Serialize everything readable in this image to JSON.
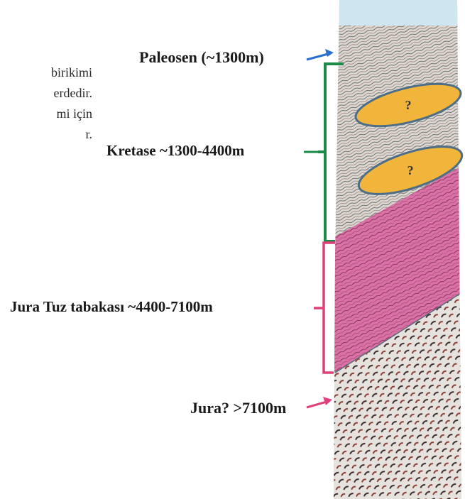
{
  "side_text": [
    "birikimi",
    "erdedir.",
    "mi  için",
    "r."
  ],
  "labels": {
    "paleosen": "Paleosen (~1300m)",
    "kretase": "Kretase ~1300-4400m",
    "jura_tuz": "Jura Tuz tabakası ~4400-7100m",
    "jura": "Jura? >7100m"
  },
  "prospect_marks": [
    "?",
    "?"
  ],
  "colors": {
    "sky": "#cfe6f0",
    "seismic": "#d9d6d2",
    "salt": "#dc6ea6",
    "prospect": "#f0b53a",
    "prospect_outline": "#4d6e86",
    "bracket_green": "#1e8a4a",
    "bracket_pink": "#e0407a",
    "arrow_blue": "#2a6fd0"
  }
}
